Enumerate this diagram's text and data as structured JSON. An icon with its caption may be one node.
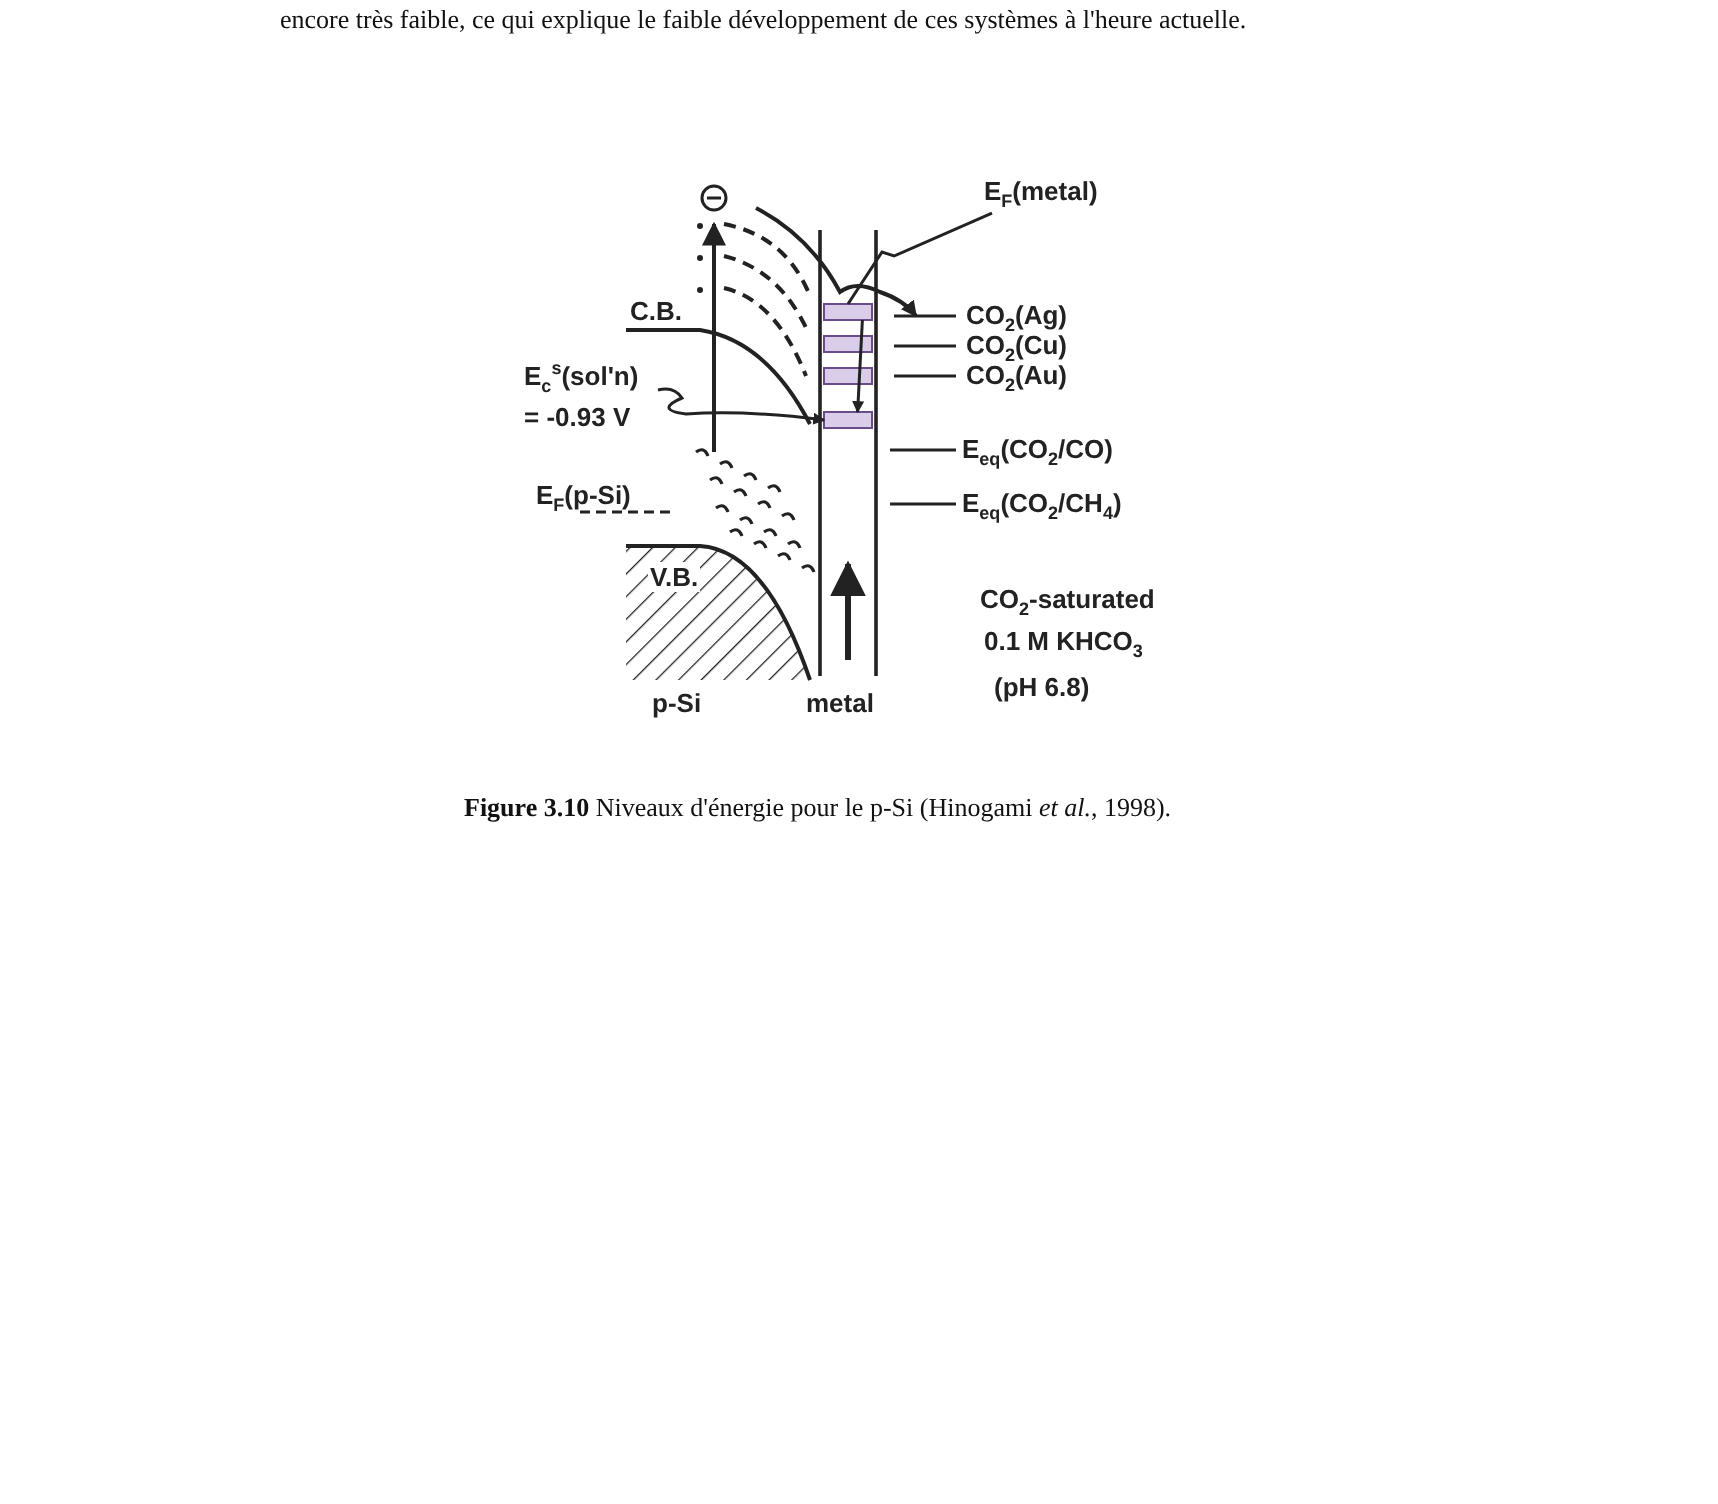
{
  "diagram": {
    "caption": "**Figure 3.10** Niveaux d'énergie pour le p-Si (Hinogami *et al.*, 1998).",
    "nodes": [
      {
        "text": [
          "E$_{F}$(metal)"
        ]
      },
      {
        "text": [
          "E$_{c}$$^{s}$(sol'n) = -0.93 V"
        ]
      },
      {
        "text": [],
        "shape": "box"
      },
      {
        "text": [],
        "shape": "box"
      },
      {
        "text": [],
        "shape": "box"
      },
      {
        "text": [],
        "shape": "box"
      }
    ],
    "edges": [
      {
        "from": 0,
        "to": 2,
        "arrow": "none"
      },
      {
        "from": 1,
        "to": 5,
        "arrow": "to"
      },
      {
        "from": 2,
        "to": 5,
        "arrow": "to"
      }
    ],
    "labels": [
      "encore très faible, ce qui explique le faible développement de ces systèmes à l'heure actuelle.",
      "C.B.",
      "CO$_{2}$(Ag)",
      "CO$_{2}$(Cu)",
      "CO$_{2}$(Au)",
      "E$_{eq}$(CO$_{2}$/CO)",
      "E$_{F}$(p-Si)",
      "E$_{eq}$(CO$_{2}$/CH$_{4}$)",
      "V.B.",
      "CO$_{2}$-saturated",
      "0.1 M KHCO$_{3}$",
      "(pH 6.8)",
      "p-Si",
      "metal"
    ]
  }
}
